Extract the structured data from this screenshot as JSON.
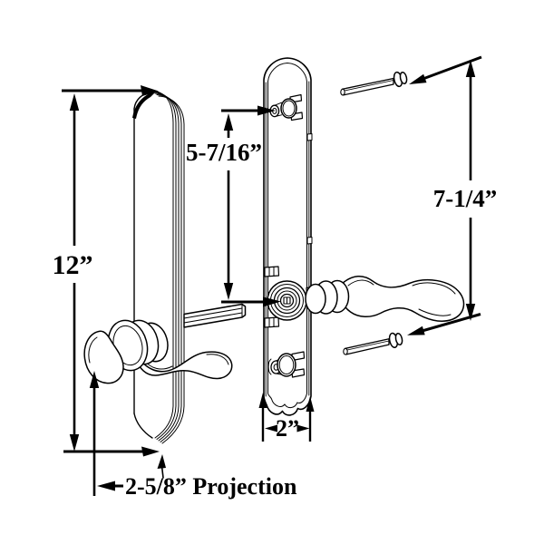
{
  "diagram": {
    "background": "#ffffff",
    "line_color": "#000000",
    "dimensions": {
      "plate_height": "12”",
      "hole_spacing": "5-7/16”",
      "screw_span": "7-1/4”",
      "plate_width": "2”",
      "projection": "2-5/8” Projection"
    }
  }
}
